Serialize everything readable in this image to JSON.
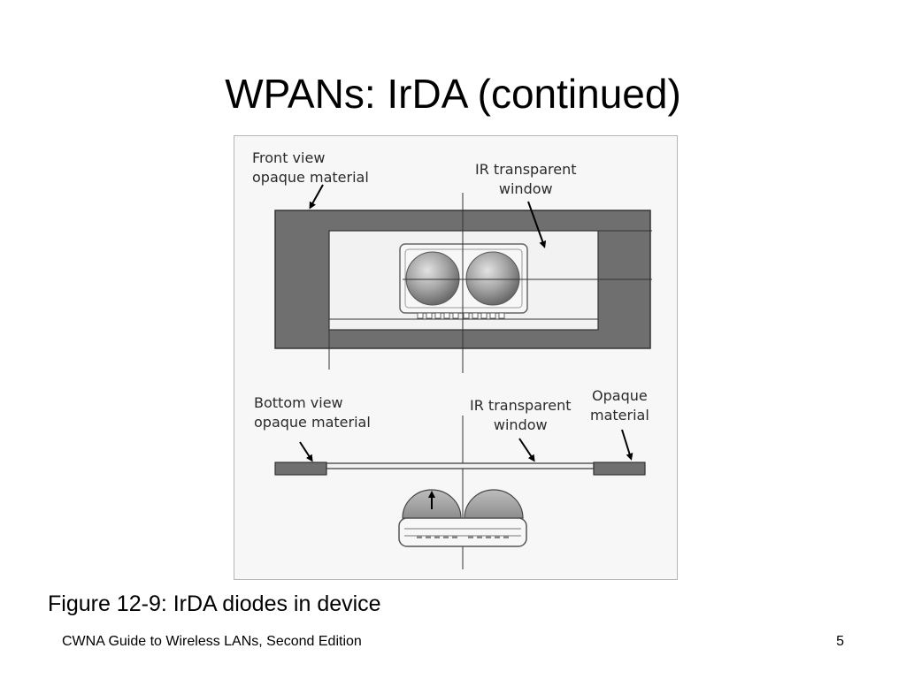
{
  "slide": {
    "title": "WPANs: IrDA (continued)",
    "caption": "Figure 12-9: IrDA diodes in device",
    "footer_left": "CWNA Guide to Wireless LANs, Second Edition",
    "page_number": "5"
  },
  "figure": {
    "labels": {
      "front_view": "Front view\nopaque material",
      "ir_window_top": "IR transparent\nwindow",
      "bottom_view": "Bottom view\nopaque material",
      "ir_window_bottom": "IR transparent\nwindow",
      "opaque_material": "Opaque\nmaterial"
    }
  }
}
